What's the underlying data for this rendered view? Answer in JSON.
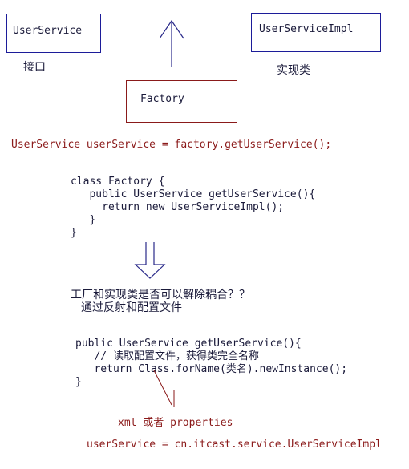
{
  "boxes": {
    "user_service": "UserService",
    "user_service_impl": "UserServiceImpl",
    "factory": "Factory"
  },
  "labels": {
    "interface": "接口",
    "impl_class": "实现类"
  },
  "code_top": "UserService userService = factory.getUserService();",
  "factory_code": [
    "class Factory {",
    "   public UserService getUserService(){",
    "     return new UserServiceImpl();",
    "   }",
    "}"
  ],
  "question": {
    "line1": "工厂和实现类是否可以解除耦合？？",
    "line2": "通过反射和配置文件"
  },
  "reflect_code": {
    "line1": "public UserService getUserService(){",
    "line2": "   // 读取配置文件，获得类完全名称",
    "line3": "   return Class.forName(类名).newInstance();",
    "line4": "}"
  },
  "config": {
    "formats": "xml 或者 properties",
    "mapping": "userService = cn.itcast.service.UserServiceImpl"
  },
  "colors": {
    "box_blue": "#1c1c99",
    "box_red": "#8a1a1a",
    "text_red": "#8b1a1a",
    "text_dark": "#1a1a3a",
    "arrow": "#2a2a8a",
    "pointer": "#8a1a1a"
  }
}
